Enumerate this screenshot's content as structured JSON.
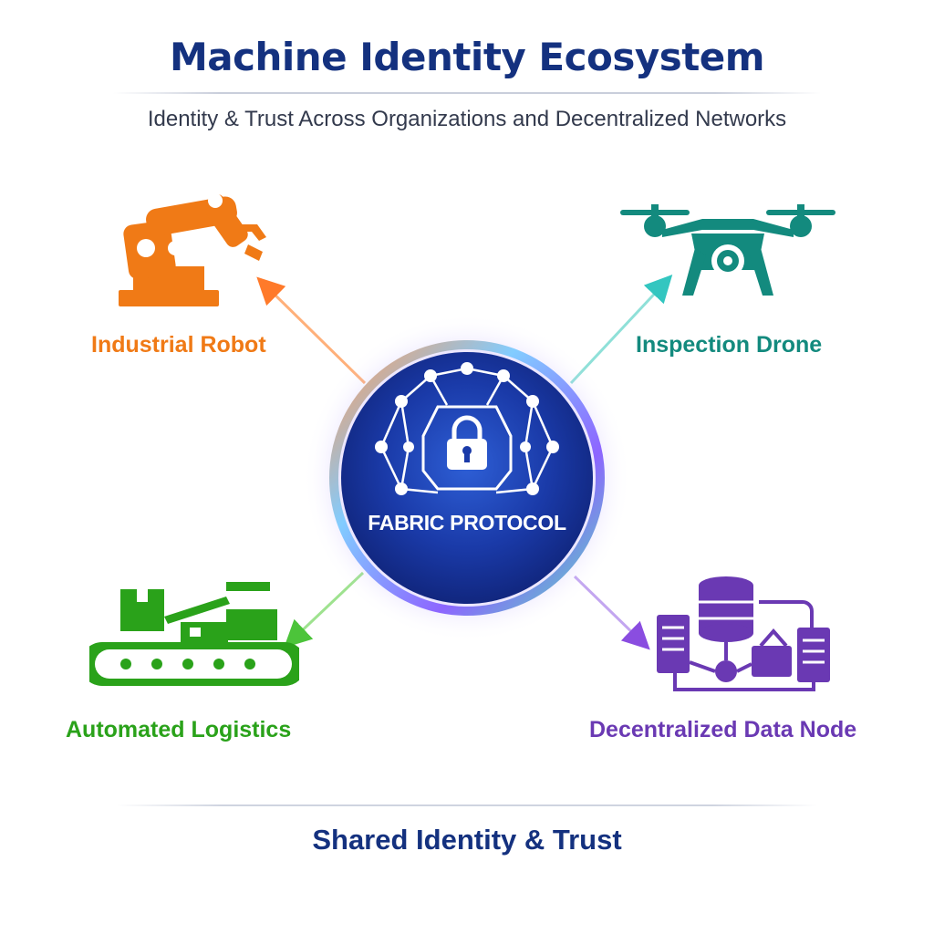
{
  "header": {
    "title": "Machine Identity Ecosystem",
    "subtitle": "Identity & Trust Across Organizations and Decentralized Networks"
  },
  "hub": {
    "label": "FABRIC PROTOCOL",
    "icon": "lock-network-icon"
  },
  "nodes": [
    {
      "label": "Industrial Robot",
      "icon": "robot-arm-icon",
      "color": "#f07a16"
    },
    {
      "label": "Inspection Drone",
      "icon": "drone-icon",
      "color": "#138a7e"
    },
    {
      "label": "Automated Logistics",
      "icon": "conveyor-icon",
      "color": "#2aa21a"
    },
    {
      "label": "Decentralized Data Node",
      "icon": "database-node-icon",
      "color": "#6a39b3"
    }
  ],
  "footer": {
    "text": "Shared Identity & Trust"
  },
  "colors": {
    "title": "#14317f",
    "hub": "#1a2f9a"
  }
}
